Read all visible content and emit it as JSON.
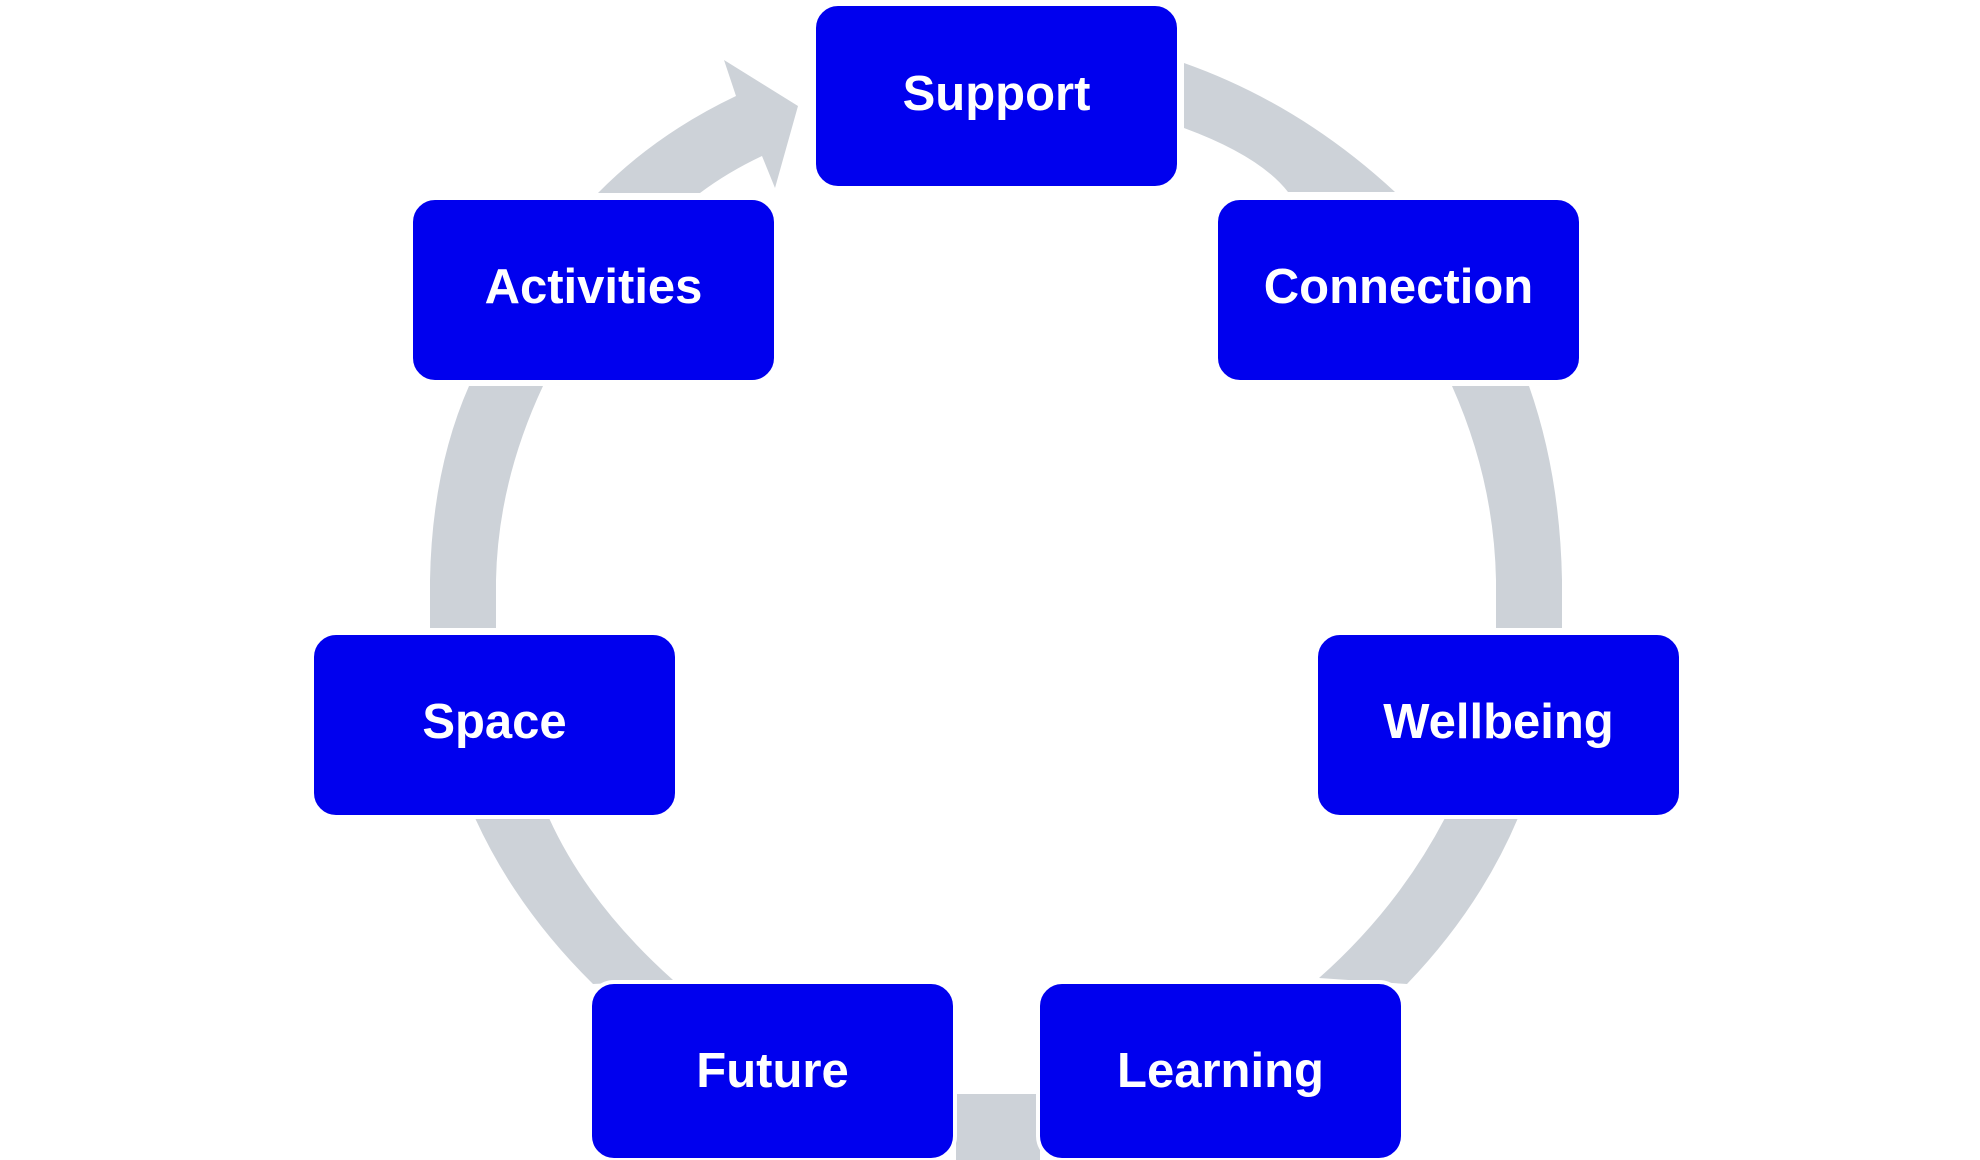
{
  "diagram": {
    "type": "cycle",
    "direction": "clockwise",
    "colors": {
      "node_fill": "#0000EE",
      "node_text": "#FFFFFF",
      "arc": "#CDD2D8"
    },
    "nodes": [
      {
        "label": "Support"
      },
      {
        "label": "Connection"
      },
      {
        "label": "Wellbeing"
      },
      {
        "label": "Learning"
      },
      {
        "label": "Future"
      },
      {
        "label": "Space"
      },
      {
        "label": "Activities"
      }
    ]
  }
}
